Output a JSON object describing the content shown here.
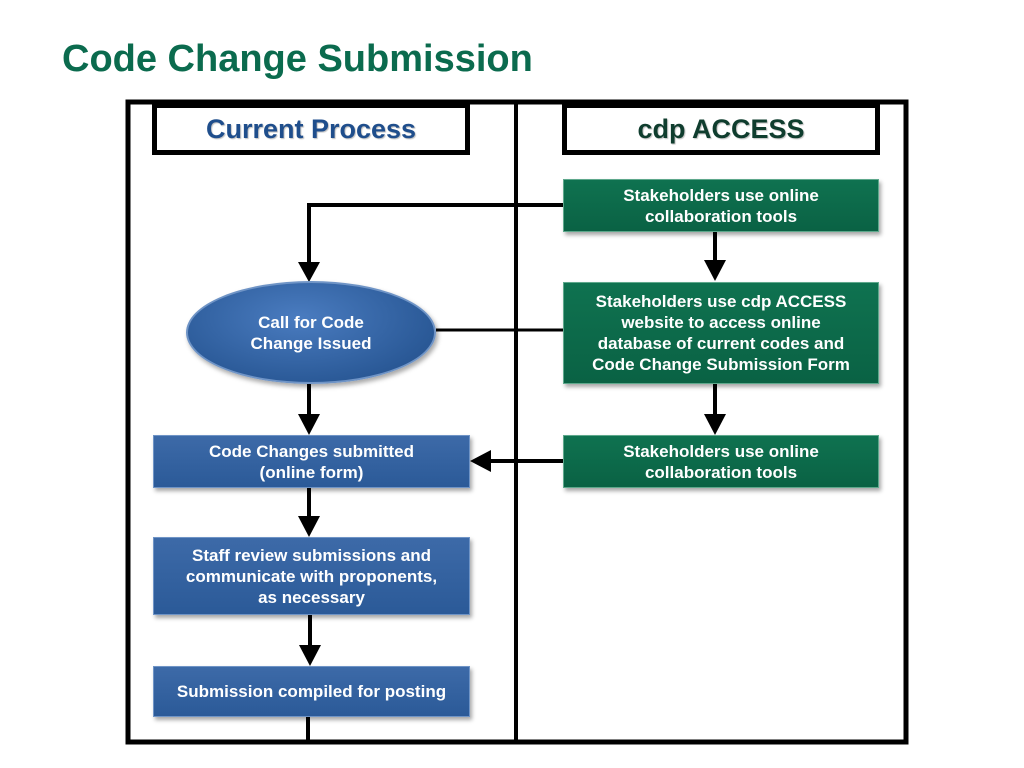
{
  "title": "Code Change Submission",
  "columns": {
    "left_header": "Current Process",
    "right_header": "cdp ACCESS"
  },
  "nodes": {
    "right_1": "Stakeholders use online\ncollaboration tools",
    "right_2": "Stakeholders use cdp ACCESS\nwebsite to access online\ndatabase of current codes and\nCode Change Submission Form",
    "right_3": "Stakeholders use online\ncollaboration tools",
    "left_ellipse": "Call for Code\nChange Issued",
    "left_1": "Code Changes submitted\n(online form)",
    "left_2": "Staff review submissions and\ncommunicate with proponents,\nas necessary",
    "left_3": "Submission compiled for posting"
  },
  "colors": {
    "title": "#0b6b4e",
    "blue_box": "#2b5a98",
    "green_box": "#0a6244",
    "blue_header_text": "#1f4e8c",
    "green_header_text": "#0f3d2e"
  }
}
